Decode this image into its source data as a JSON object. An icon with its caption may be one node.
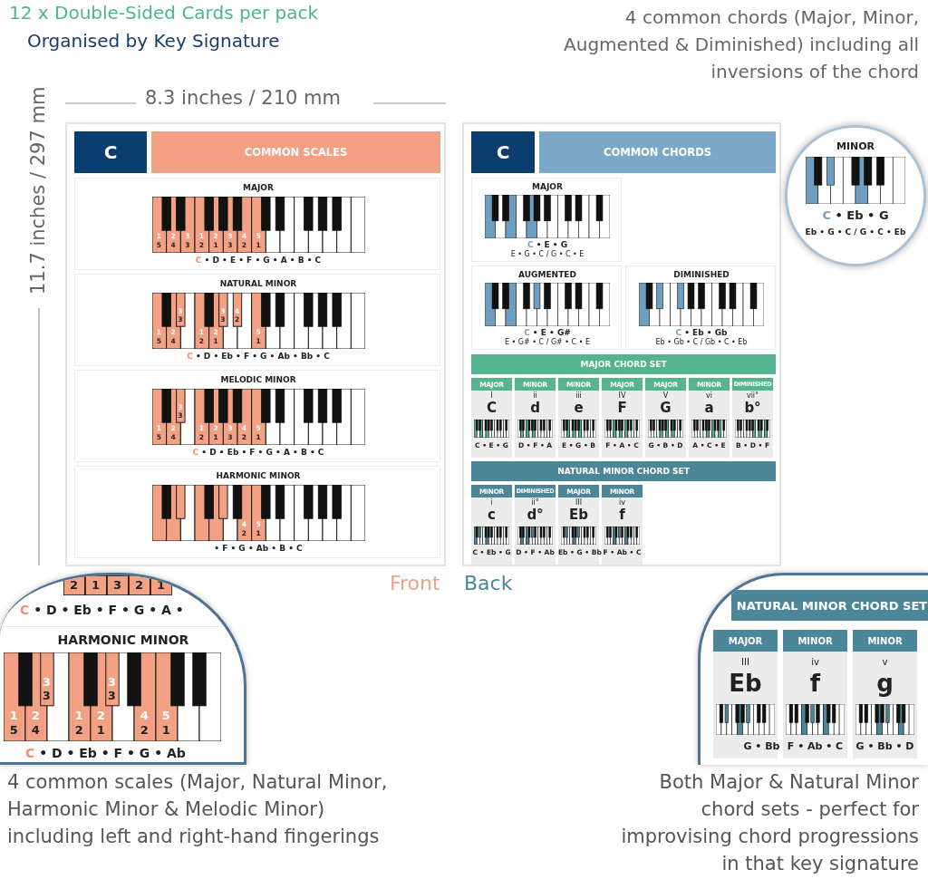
{
  "diagram": {
    "nodes": [
      {
        "text": [],
        "shape": "box",
        "beside": [
          "Front"
        ]
      },
      {
        "text": [
          "C"
        ],
        "in": 0
      },
      {
        "text": [
          "COMMON SCALES"
        ],
        "in": 0
      },
      {
        "text": [
          "MAJOR",
          "1",
          "5",
          "2",
          "4",
          "3",
          "3",
          "1",
          "2",
          "2",
          "1",
          "3",
          "3",
          "4",
          "2",
          "5",
          "1",
          "C • D • E • F • G • A • B • C"
        ],
        "in": 0
      },
      {
        "text": [
          "NATURAL MINOR",
          "1",
          "5",
          "2",
          "4",
          "3",
          "3",
          "1",
          "2",
          "2",
          "1",
          "3",
          "3",
          "4",
          "2",
          "5",
          "1",
          "C • D • Eb • F • G • Ab • Bb • C"
        ],
        "in": 0
      },
      {
        "text": [
          "MELODIC MINOR",
          "1",
          "5",
          "2",
          "4",
          "3",
          "3",
          "1",
          "2",
          "2",
          "1",
          "3",
          "3",
          "4",
          "2",
          "5",
          "1",
          "C • D • Eb • F • G • A • B • C"
        ],
        "in": 0
      },
      {
        "text": [
          "HARMONIC MINOR",
          "4",
          "2",
          "5",
          "1",
          "• F • G • Ab • B • C"
        ],
        "in": 0
      },
      {
        "text": [],
        "shape": "box",
        "beside": [
          "Back"
        ]
      },
      {
        "text": [
          "C"
        ],
        "in": 7
      },
      {
        "text": [
          "COMMON CHORDS"
        ],
        "in": 7
      },
      {
        "text": [
          "MAJOR",
          "C • E • G",
          "E • G • C / G • C • E"
        ],
        "in": 7
      },
      {
        "text": [
          "AUGMENTED",
          "C • E • G#",
          "E • G# • C / G# • C • E"
        ],
        "in": 7
      },
      {
        "text": [
          "DIMINISHED",
          "C • Eb • Gb",
          "Eb • Gb • C / Gb • C • Eb"
        ],
        "in": 7
      },
      {
        "text": [
          "MAJOR CHORD SET"
        ],
        "in": 7
      },
      {
        "text": [
          "MAJOR",
          "I",
          "C",
          "C • E • G"
        ],
        "in": 7
      },
      {
        "text": [
          "MINOR",
          "ii",
          "d",
          "D • F • A"
        ],
        "in": 7
      },
      {
        "text": [
          "MINOR",
          "iii",
          "e",
          "E • G • B"
        ],
        "in": 7
      },
      {
        "text": [
          "MAJOR",
          "IV",
          "F",
          "F • A • C"
        ],
        "in": 7
      },
      {
        "text": [
          "MAJOR",
          "V",
          "G",
          "G • B • D"
        ],
        "in": 7
      },
      {
        "text": [
          "MINOR",
          "vi",
          "a",
          "A • C • E"
        ],
        "in": 7
      },
      {
        "text": [
          "DIMINISHED",
          "vii°",
          "b°",
          "B • D • F"
        ],
        "in": 7
      },
      {
        "text": [
          "NATURAL MINOR CHORD SET"
        ],
        "in": 7
      },
      {
        "text": [
          "MINOR",
          "i",
          "c",
          "C • Eb • G"
        ],
        "in": 7
      },
      {
        "text": [
          "DIMINISHED",
          "ii°",
          "d°",
          "D • F • Ab"
        ],
        "in": 7
      },
      {
        "text": [
          "MAJOR",
          "III",
          "Eb",
          "Eb • G • Bb"
        ],
        "in": 7
      },
      {
        "text": [
          "MINOR",
          "iv",
          "f",
          "F • Ab • C"
        ],
        "in": 7
      },
      {
        "text": [
          "2",
          "1",
          "3",
          "2",
          "1",
          "C • D • Eb • F • G • A •"
        ]
      },
      {
        "text": [
          "HARMONIC MINOR",
          "1",
          "5",
          "2",
          "4",
          "3",
          "3",
          "1",
          "2",
          "2",
          "1",
          "3",
          "3",
          "4",
          "2",
          "5",
          "1",
          "C • D • Eb • F • G • Ab"
        ],
        "in": 26
      },
      {
        "text": [
          "MINOR",
          "C • Eb • G",
          "Eb • G • C / G • C • Eb"
        ]
      },
      {
        "text": [
          "NATURAL MINOR CHORD SET"
        ]
      },
      {
        "text": [
          "MAJOR",
          "III",
          "Eb",
          "G • Bb"
        ],
        "in": 29
      },
      {
        "text": [
          "MINOR",
          "iv",
          "f",
          "F • Ab • C"
        ],
        "in": 29
      },
      {
        "text": [
          "MINOR",
          "v",
          "g",
          "G • Bb • D"
        ],
        "in": 29
      }
    ],
    "labels": [
      "12 x Double-Sided Cards per pack",
      "Organised by Key Signature",
      "4 common chords (Major, Minor, Augmented & Diminished) including all inversions of the chord",
      "8.3 inches / 210 mm",
      "11.7 inches / 297 mm",
      "4 common scales (Major, Natural Minor, Harmonic Minor & Melodic Minor) including left and right-hand fingerings",
      "Both Major & Natural Minor chord sets - perfect for improvising chord progressions in that key signature"
    ]
  }
}
